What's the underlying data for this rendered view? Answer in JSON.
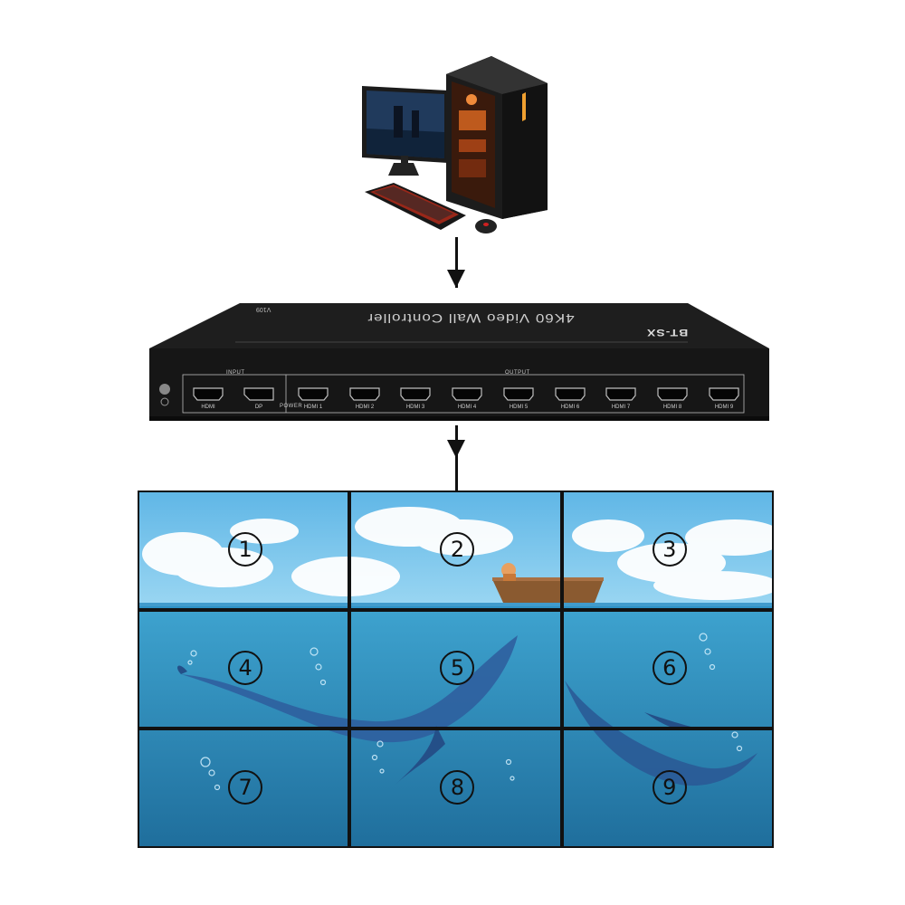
{
  "computer": {
    "icon": "desktop-computer-icon"
  },
  "controller": {
    "title": "4K60 Video Wall Controller",
    "brand": "BT-SX",
    "model": "V109",
    "input_label": "INPUT",
    "output_label": "OUTPUT",
    "power_label": "POWER",
    "input_ports": [
      "HDMI",
      "DP"
    ],
    "output_ports": [
      "HDMI 1",
      "HDMI 2",
      "HDMI 3",
      "HDMI 4",
      "HDMI 5",
      "HDMI 6",
      "HDMI 7",
      "HDMI 8",
      "HDMI 9"
    ]
  },
  "wall": {
    "rows": 3,
    "cols": 3,
    "screens": [
      "1",
      "2",
      "3",
      "4",
      "5",
      "6",
      "7",
      "8",
      "9"
    ]
  },
  "colors": {
    "sky": "#6fbfe8",
    "sea": "#2e87b8",
    "bezel": "#111111"
  }
}
